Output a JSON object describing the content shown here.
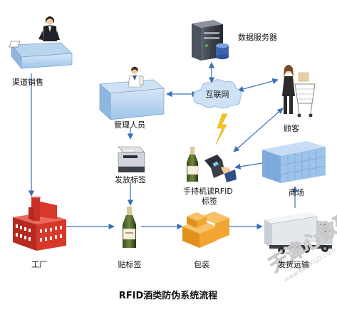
{
  "diagram": {
    "title": "RFID酒类防伪系统流程",
    "nodes": {
      "channel_sales": "渠道销售",
      "factory": "工厂",
      "manager": "管理人员",
      "issue_tag": "发放标签",
      "apply_tag": "贴标签",
      "packaging": "包装",
      "shipping": "发货运输",
      "mall": "商场",
      "customer": "顾客",
      "internet": "互联网",
      "data_server": "数据服务器",
      "handheld_reader_line1": "手持机读RFID",
      "handheld_reader_line2": "标签"
    },
    "watermark": {
      "text": "天津心数码",
      "url": "www.ACSKGD.com"
    }
  },
  "colors": {
    "arrow": "#3d6fb6",
    "cloud": "#cfe1f5",
    "factory": "#d8382a",
    "building": "#9cc3ea",
    "box": "#f2a531",
    "lightning": "#f5c518",
    "watermark": "#d9d9d9"
  }
}
